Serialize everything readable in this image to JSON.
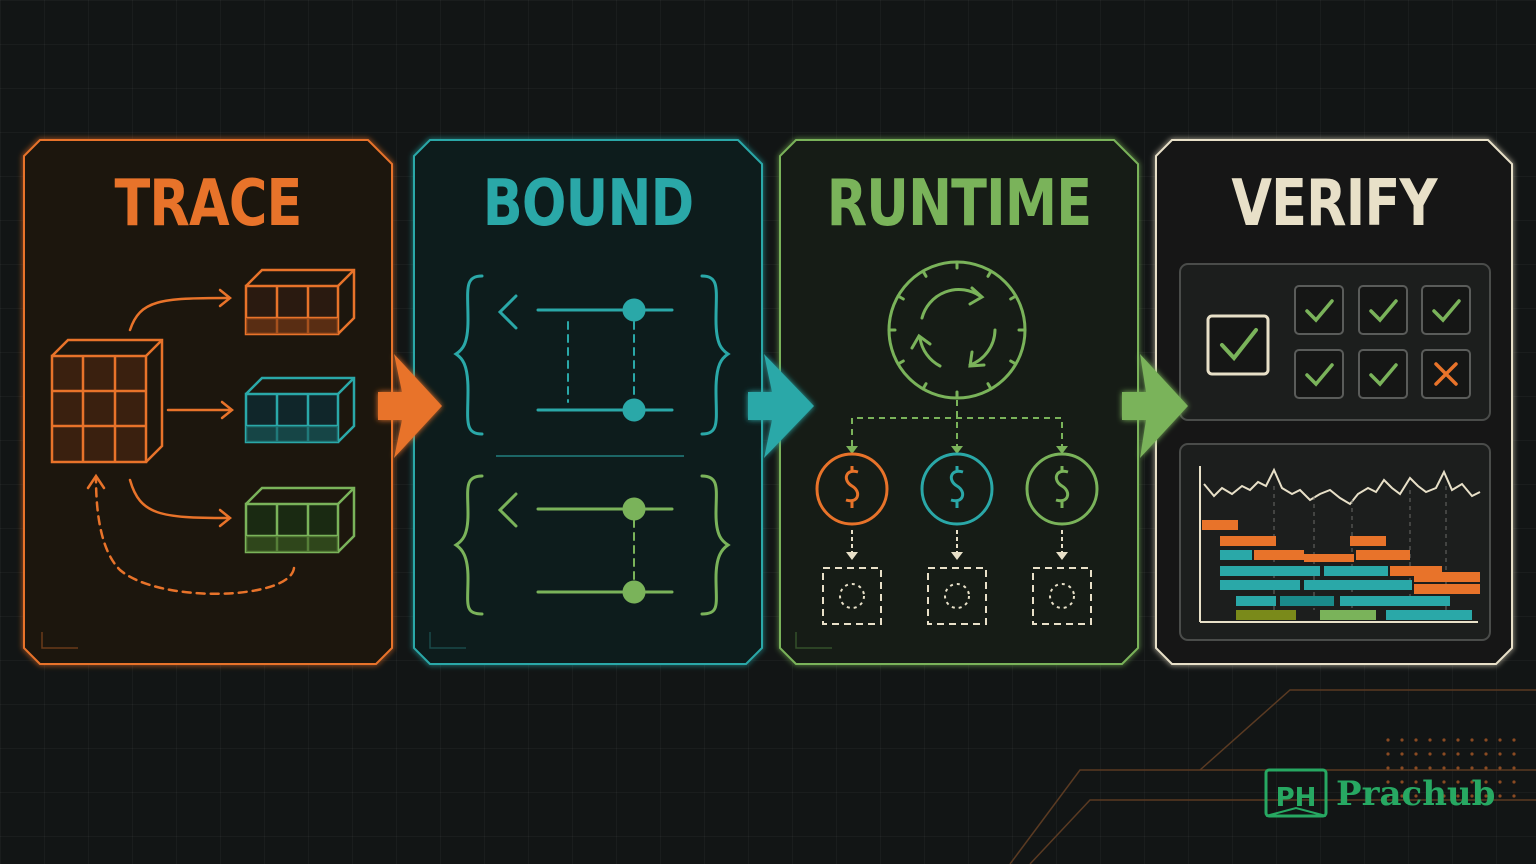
{
  "stages": [
    {
      "title": "TRACE",
      "color": "#e8732a"
    },
    {
      "title": "BOUND",
      "color": "#2aa8a8"
    },
    {
      "title": "RUNTIME",
      "color": "#7ab35a"
    },
    {
      "title": "VERIFY",
      "color": "#e8e0c8"
    }
  ],
  "colors": {
    "orange": "#e8732a",
    "teal": "#2aa8a8",
    "green": "#7ab35a",
    "cream": "#e8e0c8",
    "brand": "#27a862"
  },
  "brand": {
    "name": "Prachub",
    "logo_text": "PH"
  }
}
